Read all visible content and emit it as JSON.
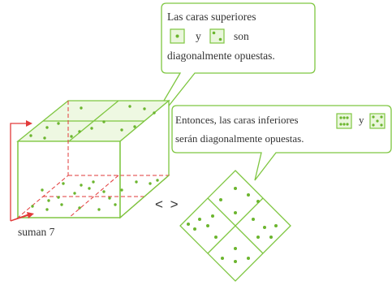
{
  "bubble_top": {
    "line1": "Las caras superiores",
    "connector": "y",
    "suffix": "son",
    "line3": "diagonalmente opuestas."
  },
  "bubble_right": {
    "line1": "Entonces, las caras inferiores",
    "connector": "y",
    "line2": "serán diagonalmente opuestas."
  },
  "sum_label": "suman 7",
  "compare_symbol": "< >",
  "colors": {
    "green": "#7ec640",
    "dot": "#6bb52e",
    "red": "#e23a3a",
    "text": "#333333"
  }
}
